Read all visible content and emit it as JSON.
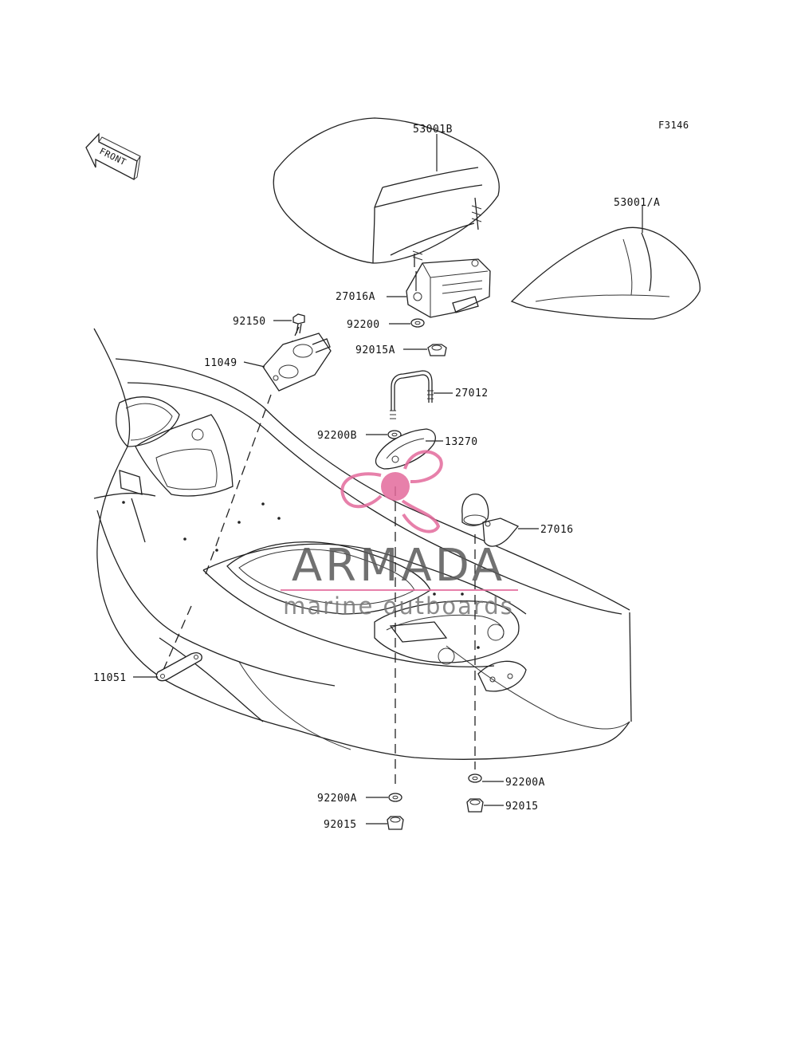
{
  "diagram": {
    "code": "F3146",
    "front_label": "FRONT",
    "watermark": {
      "brand": "ARMADA",
      "tagline": "marine outboards",
      "brand_color": "#595959",
      "logo_color": "#e36a9c"
    },
    "parts": [
      {
        "id": "p1",
        "label": "53001B"
      },
      {
        "id": "p2",
        "label": "53001/A"
      },
      {
        "id": "p3",
        "label": "27016A"
      },
      {
        "id": "p4",
        "label": "92200"
      },
      {
        "id": "p5",
        "label": "92015A"
      },
      {
        "id": "p6",
        "label": "92150"
      },
      {
        "id": "p7",
        "label": "11049"
      },
      {
        "id": "p8",
        "label": "27012"
      },
      {
        "id": "p9",
        "label": "92200B"
      },
      {
        "id": "p10",
        "label": "13270"
      },
      {
        "id": "p11",
        "label": "27016"
      },
      {
        "id": "p12",
        "label": "11051"
      },
      {
        "id": "p13",
        "label": "92200A"
      },
      {
        "id": "p14",
        "label": "92200A"
      },
      {
        "id": "p15",
        "label": "92015"
      },
      {
        "id": "p16",
        "label": "92015"
      }
    ]
  }
}
